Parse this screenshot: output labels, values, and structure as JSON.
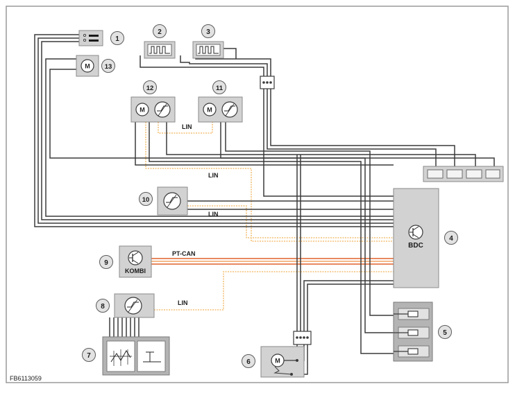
{
  "diagram": {
    "figure_id": "FB6113059",
    "colors": {
      "wire": "#3a3a3a",
      "lin": "#f2b35a",
      "ptcan": "#e0602a",
      "box_fill": "#d2d2d2",
      "box_stroke": "#8a8a8a",
      "badge_fill": "#e2e2e2",
      "frame": "#9a9a9a"
    },
    "components": [
      {
        "number": "1",
        "icon": "connector-icon"
      },
      {
        "number": "2",
        "icon": "pulse-signal-icon"
      },
      {
        "number": "3",
        "icon": "pulse-signal-icon"
      },
      {
        "number": "4",
        "label": "BDC",
        "icon": "transistor-icon"
      },
      {
        "number": "5",
        "icon": "fuse-icon"
      },
      {
        "number": "6",
        "icon": "motor-icon"
      },
      {
        "number": "7",
        "icon": "switch-panel-icon"
      },
      {
        "number": "8",
        "icon": "sensor-icon"
      },
      {
        "number": "9",
        "label": "KOMBI",
        "icon": "transistor-icon"
      },
      {
        "number": "10",
        "icon": "sensor-icon"
      },
      {
        "number": "11",
        "icon": "motor-sensor-icon"
      },
      {
        "number": "12",
        "icon": "motor-sensor-icon"
      },
      {
        "number": "13",
        "icon": "motor-icon"
      }
    ],
    "bus_labels": {
      "lin_1": "LIN",
      "lin_2": "LIN",
      "lin_3": "LIN",
      "lin_4": "LIN",
      "pt_can": "PT-CAN"
    }
  }
}
